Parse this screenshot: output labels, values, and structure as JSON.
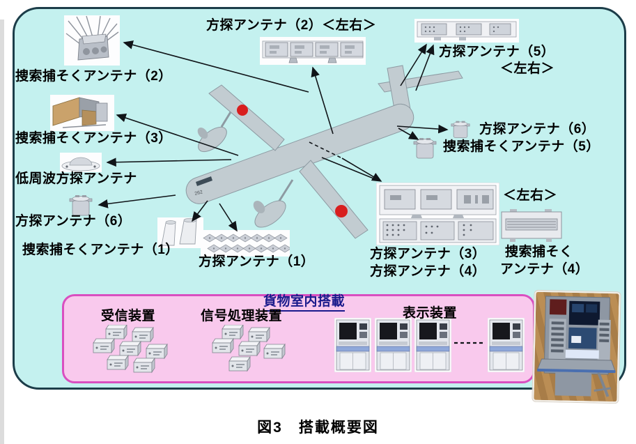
{
  "figure": {
    "caption": "図3　搭載概要図",
    "aircraft": {
      "serial": "262"
    },
    "antenna_labels": {
      "search2": "捜索捕そくアンテナ（2）",
      "df2": "方探アンテナ（2）＜左右＞",
      "df5_line1": "方探アンテナ（5）",
      "df5_line2": "＜左右＞",
      "search3": "捜索捕そくアンテナ（3）",
      "low_freq_df": "低周波方探アンテナ",
      "df6_left": "方探アンテナ（6）",
      "search1": "捜索捕そくアンテナ（1）",
      "df1": "方探アンテナ（1）",
      "df6_right": "方探アンテナ（6）",
      "search5": "捜索捕そくアンテナ（5）",
      "lr_tag": "＜左右＞",
      "df3": "方探アンテナ（3）",
      "df4": "方探アンテナ（4）",
      "search4_line1": "捜索捕そく",
      "search4_line2": "アンテナ（4）"
    },
    "cargo": {
      "title": "貨物室内搭載",
      "receiver": "受信装置",
      "signal_processor": "信号処理装置",
      "display": "表示装置"
    },
    "colors": {
      "diagram_bg": "#c4f1ef",
      "diagram_border": "#1c3d49",
      "cargo_bg": "#f9c9ed",
      "cargo_border": "#d94fc0",
      "cargo_title_navy": "#1a1a8c",
      "label_text": "#000000",
      "camo_light": "#a3bcc4",
      "camo_mid": "#7fa6b6",
      "camo_dark": "#6d97a8",
      "roundel_red": "#d81e1e"
    }
  }
}
